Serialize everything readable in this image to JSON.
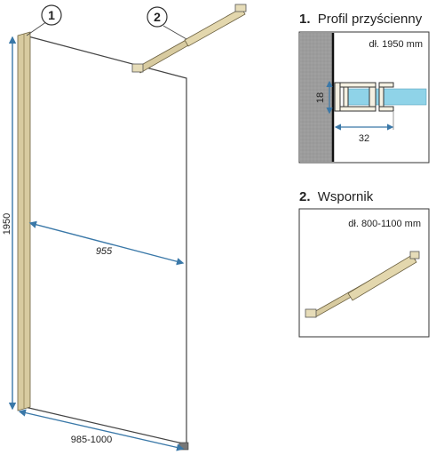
{
  "callouts": {
    "profile_number": "1",
    "bracket_number": "2"
  },
  "dimensions": {
    "panel_height": "1950",
    "glass_width": "955",
    "total_width": "985-1000"
  },
  "panel_profile": {
    "number": "1.",
    "title": "Profil przyścienny",
    "length_label": "dł. 1950 mm",
    "depth": "18",
    "width": "32"
  },
  "panel_bracket": {
    "number": "2.",
    "title": "Wspornik",
    "length_label": "dł. 800-1100 mm"
  },
  "colors": {
    "frame_gold": "#c9b98a",
    "dimension_blue": "#3a78a8",
    "glass_blue": "#8fd3e8",
    "wall_gray": "#9a9a9a"
  }
}
